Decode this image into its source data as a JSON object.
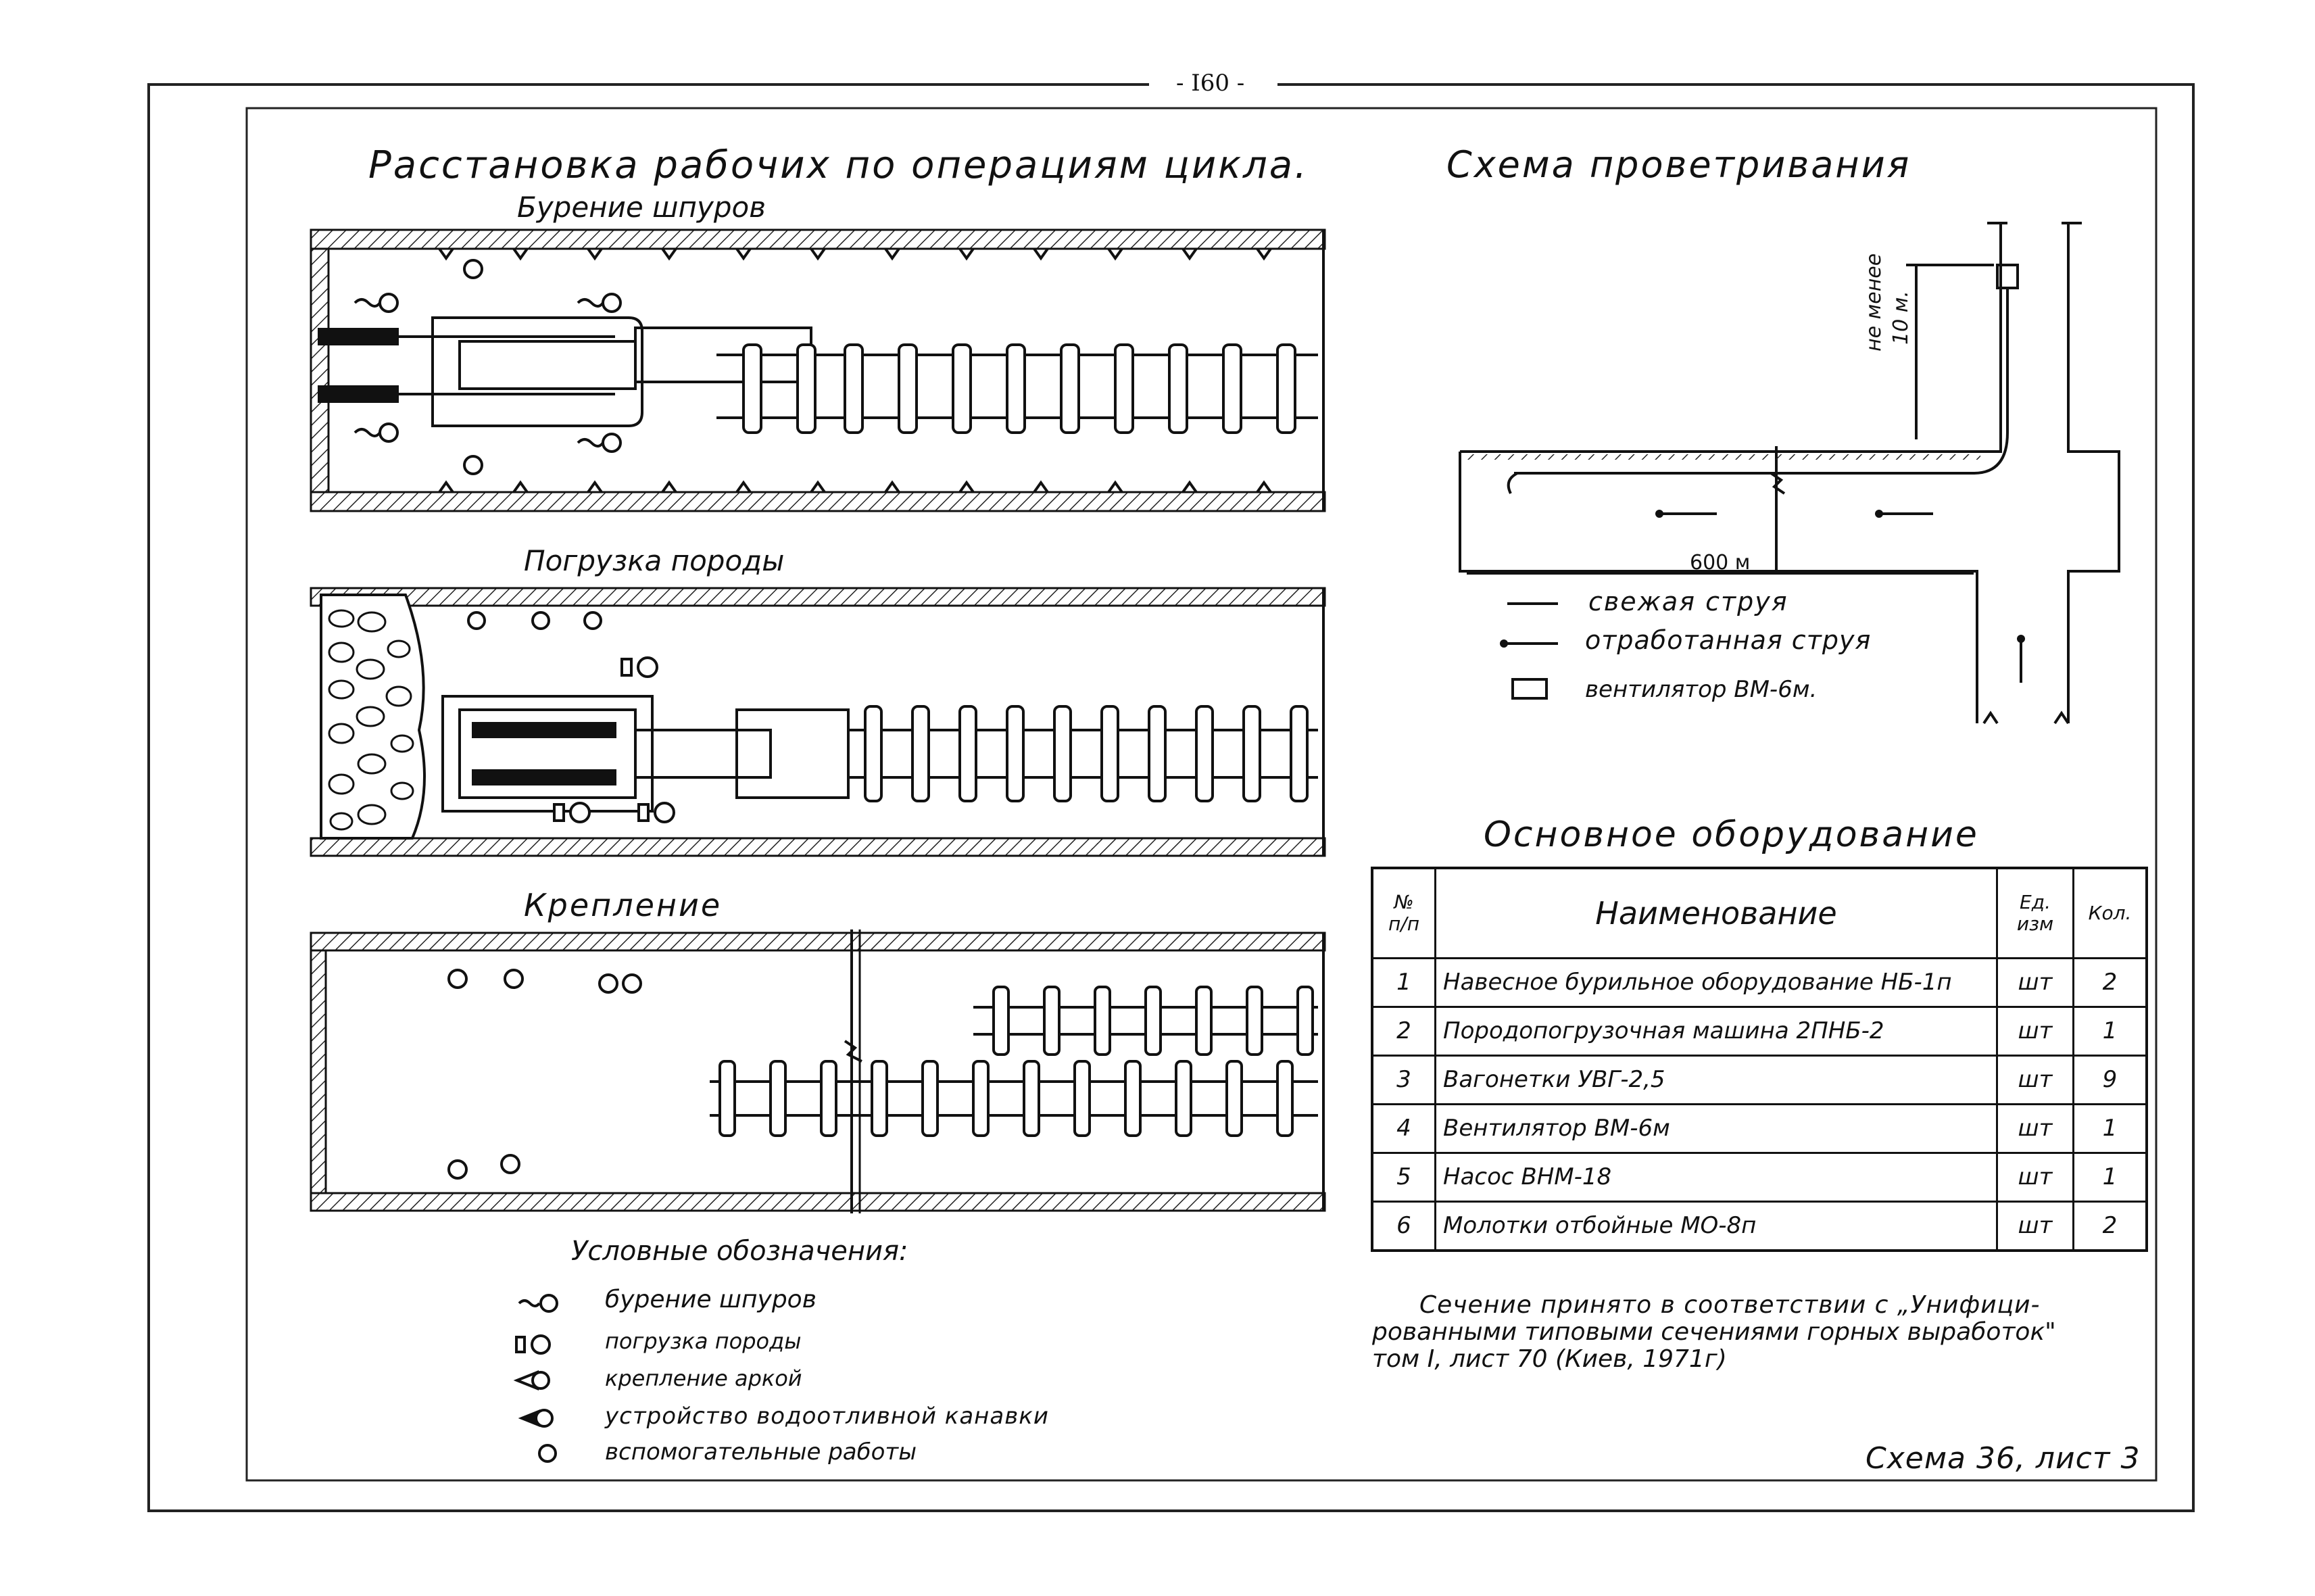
{
  "page_number": "- I60 -",
  "left_title": "Расстановка рабочих по операциям цикла.",
  "sections": {
    "drilling": "Бурение шпуров",
    "loading": "Погрузка породы",
    "support": "Крепление"
  },
  "legend": {
    "title": "Условные обозначения:",
    "items": [
      {
        "label": "бурение шпуров",
        "icon": "drilling-worker-icon"
      },
      {
        "label": "погрузка породы",
        "icon": "loading-worker-icon"
      },
      {
        "label": "крепление аркой",
        "icon": "arch-support-worker-icon"
      },
      {
        "label": "устройство водоотливной канавки",
        "icon": "drainage-worker-icon"
      },
      {
        "label": "вспомогательные работы",
        "icon": "auxiliary-worker-icon"
      }
    ]
  },
  "ventilation": {
    "title": "Схема проветривания",
    "distance_label": "не менее",
    "distance_value": "10 м.",
    "length_label": "600 м",
    "legend": [
      {
        "label": "свежая струя",
        "icon": "fresh-air-line-icon"
      },
      {
        "label": "отработанная струя",
        "icon": "exhaust-air-line-icon"
      },
      {
        "label": "вентилятор ВМ-6м.",
        "icon": "fan-icon"
      }
    ]
  },
  "equipment": {
    "title": "Основное оборудование",
    "headers": {
      "num_top": "№",
      "num_bottom": "п/п",
      "name": "Наименование",
      "unit_top": "Ед.",
      "unit_bottom": "изм",
      "qty": "Кол."
    },
    "rows": [
      {
        "num": "1",
        "name": "Навесное бурильное оборудование НБ-1п",
        "unit": "шт",
        "qty": "2"
      },
      {
        "num": "2",
        "name": "Породопогрузочная машина 2ПНБ-2",
        "unit": "шт",
        "qty": "1"
      },
      {
        "num": "3",
        "name": "Вагонетки УВГ-2,5",
        "unit": "шт",
        "qty": "9"
      },
      {
        "num": "4",
        "name": "Вентилятор ВМ-6м",
        "unit": "шт",
        "qty": "1"
      },
      {
        "num": "5",
        "name": "Насос ВНМ-18",
        "unit": "шт",
        "qty": "1"
      },
      {
        "num": "6",
        "name": "Молотки отбойные МО-8п",
        "unit": "шт",
        "qty": "2"
      }
    ]
  },
  "note": {
    "line1": "Сечение принято в соответствии с „Унифици-",
    "line2": "рованными типовыми сечениями горных выработок\"",
    "line3": "том I, лист 70 (Киев, 1971г)"
  },
  "sheet_label": "Схема 36, лист 3"
}
